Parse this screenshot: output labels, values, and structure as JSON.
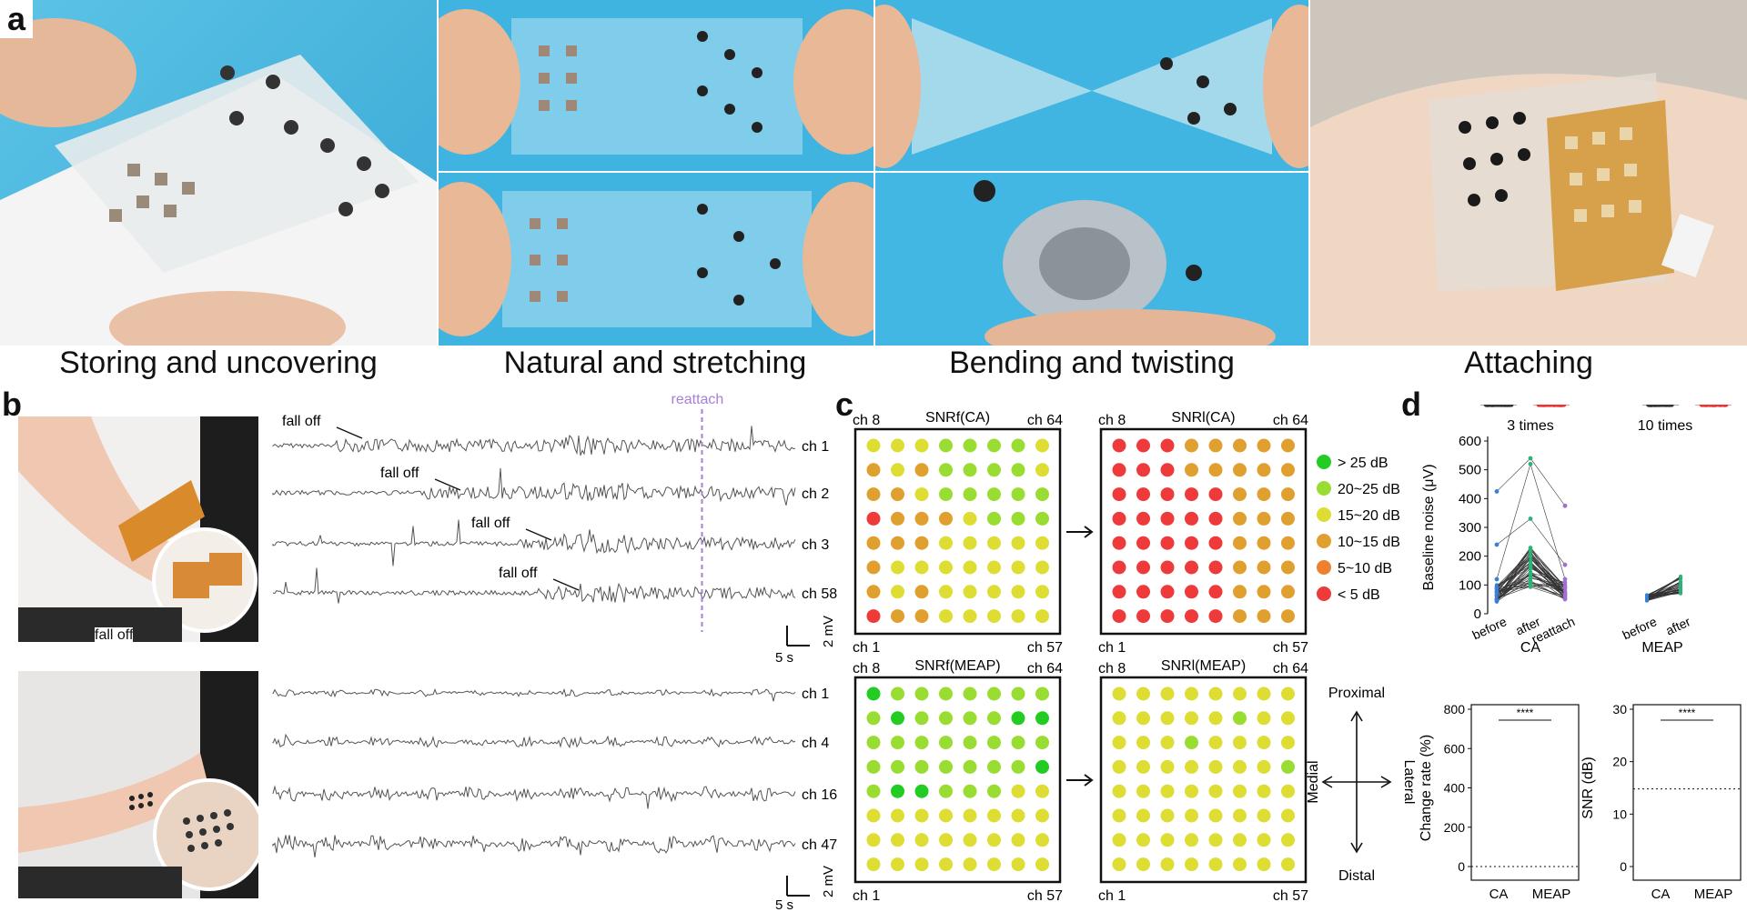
{
  "panel_a": {
    "letter": "a",
    "captions": [
      "Storing and uncovering",
      "Natural and stretching",
      "Bending and twisting",
      "Attaching"
    ]
  },
  "panel_b": {
    "letter": "b",
    "reattach": "reattach",
    "fall_off": "fall off",
    "top_channels": [
      "ch 1",
      "ch 2",
      "ch 3",
      "ch 58"
    ],
    "bottom_channels": [
      "ch 1",
      "ch 4",
      "ch 16",
      "ch 47"
    ],
    "scale_time": "5 s",
    "scale_volt": "2 mV"
  },
  "panel_c": {
    "letter": "c",
    "corner_labels": {
      "tl": "ch 8",
      "tr": "ch 64",
      "bl": "ch 1",
      "br": "ch 57"
    },
    "grid_titles": [
      "SNRf(CA)",
      "SNRl(CA)",
      "SNRf(MEAP)",
      "SNRl(MEAP)"
    ],
    "legend": [
      {
        "label": "> 25 dB",
        "color": "#22cc22"
      },
      {
        "label": "20~25 dB",
        "color": "#99dd33"
      },
      {
        "label": "15~20 dB",
        "color": "#dddd33"
      },
      {
        "label": "10~15 dB",
        "color": "#e0a030"
      },
      {
        "label": "5~10 dB",
        "color": "#ee8030"
      },
      {
        "label": "< 5 dB",
        "color": "#ee3a3a"
      }
    ],
    "directions": {
      "up": "Proximal",
      "down": "Distal",
      "left": "Medial",
      "right": "Lateral"
    },
    "grids": [
      [
        "yyyggggy",
        "oyoggggy",
        "ooyggggg",
        "roooyggg",
        "oooyyyyy",
        "oyyyyyyy",
        "oyoyyyyy",
        "rooyyyyy"
      ],
      [
        "rrroooooo",
        "rrroooooo",
        "rrrrroooo",
        "rrrrroooo",
        "rrrrroooo",
        "rrrrroooo",
        "rrrrroooo",
        "rrrrroooo"
      ],
      [
        "Gggggggg",
        "gGggggGG",
        "gggggggg",
        "gggggggG",
        "gGGgggyy",
        "yyyyyyyy",
        "yyyyyyyy",
        "yyyyyyyy"
      ],
      [
        "yyyyyyyy",
        "yyyyygyy",
        "yyygyyyy",
        "yyyyyyyg",
        "yyyyyyyy",
        "yyyyyyyy",
        "yyyyyyyy",
        "yyyyyyyy"
      ]
    ]
  },
  "panel_d": {
    "letter": "d",
    "top": {
      "ylabel": "Baseline noise (μV)",
      "yticks": [
        "0",
        "100",
        "200",
        "300",
        "400",
        "500",
        "600"
      ],
      "left_title": "3 times",
      "right_title": "10 times",
      "ca_x": [
        "before",
        "after",
        "reattach"
      ],
      "meap_x": [
        "before",
        "after"
      ],
      "group_ca": "CA",
      "group_meap": "MEAP"
    },
    "change": {
      "ylabel": "Change rate (%)",
      "yticks": [
        "0",
        "200",
        "400",
        "600",
        "800"
      ],
      "x": [
        "CA",
        "MEAP"
      ],
      "sig": "****"
    },
    "snr": {
      "ylabel": "SNR (dB)",
      "yticks": [
        "0",
        "10",
        "20",
        "30"
      ],
      "x": [
        "CA",
        "MEAP"
      ],
      "sig": "****"
    }
  }
}
